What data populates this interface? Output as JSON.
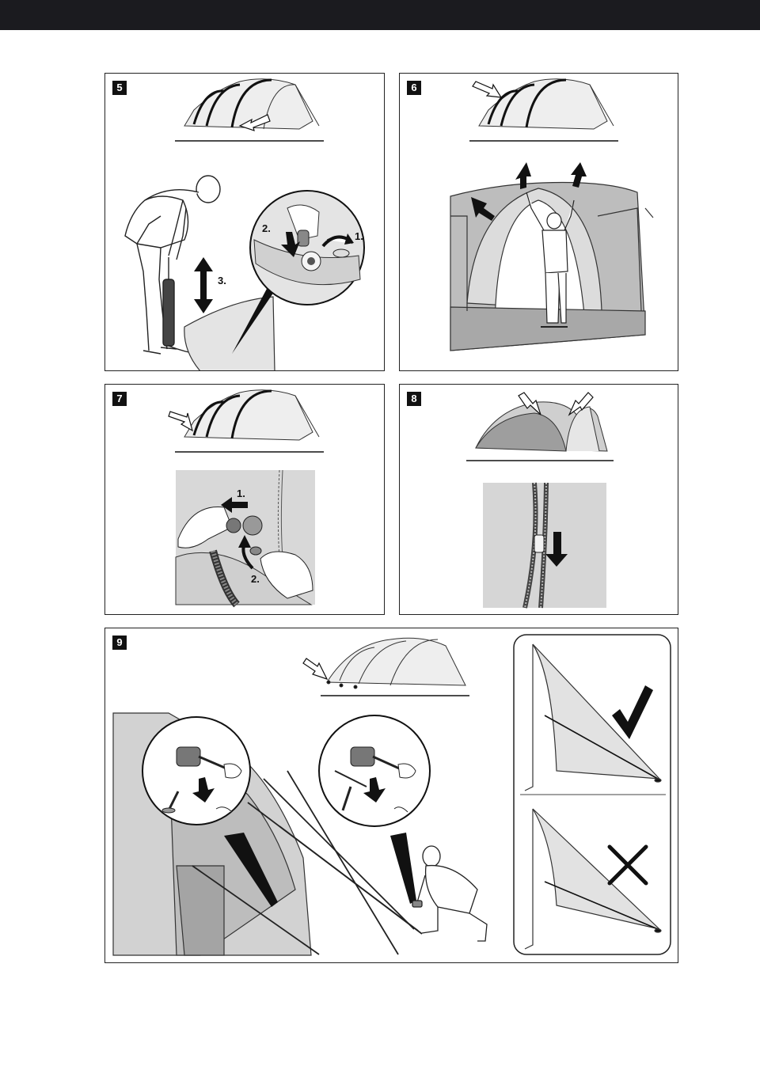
{
  "page": {
    "header_bar_color": "#1b1b1f"
  },
  "steps": [
    {
      "number": "5",
      "labels": [
        "1.",
        "2.",
        "3."
      ]
    },
    {
      "number": "6"
    },
    {
      "number": "7",
      "labels": [
        "1.",
        "2."
      ]
    },
    {
      "number": "8"
    },
    {
      "number": "9",
      "marks": {
        "correct": "check-icon",
        "incorrect": "cross-icon"
      }
    }
  ]
}
